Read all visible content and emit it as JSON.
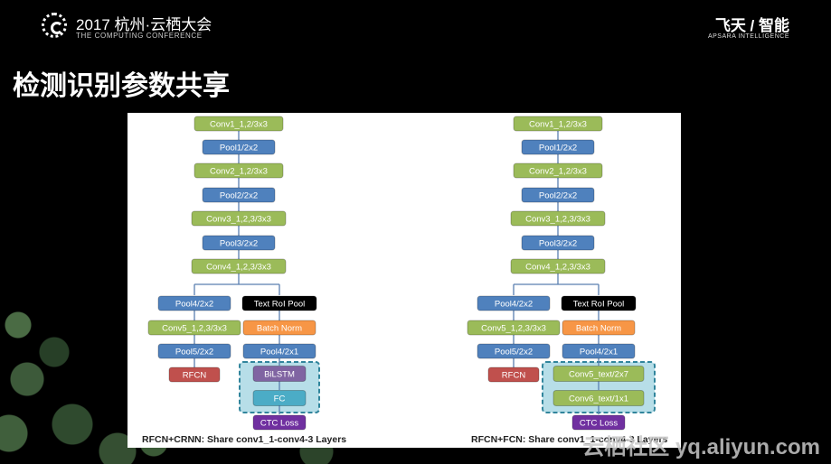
{
  "header": {
    "conference_title": "2017 杭州·云栖大会",
    "conference_subtitle": "THE COMPUTING CONFERENCE",
    "brand": "飞天 / 智能",
    "brand_sub": "APSARA INTELLIGENCE"
  },
  "slide": {
    "title": "检测识别参数共享"
  },
  "diagrams": [
    {
      "caption": "RFCN+CRNN: Share conv1_1-conv4-3 Layers",
      "trunk": [
        "Conv1_1,2/3x3",
        "Pool1/2x2",
        "Conv2_1,2/3x3",
        "Pool2/2x2",
        "Conv3_1,2,3/3x3",
        "Pool3/2x2",
        "Conv4_1,2,3/3x3"
      ],
      "left_branch": [
        "Pool4/2x2",
        "Conv5_1,2,3/3x3",
        "Pool5/2x2",
        "RFCN"
      ],
      "right_branch": [
        "Text RoI Pool",
        "Batch Norm",
        "Pool4/2x1"
      ],
      "dashed_group": [
        "BiLSTM",
        "FC"
      ],
      "final": "CTC Loss"
    },
    {
      "caption": "RFCN+FCN: Share conv1_1-conv4-3 Layers",
      "trunk": [
        "Conv1_1,2/3x3",
        "Pool1/2x2",
        "Conv2_1,2/3x3",
        "Pool2/2x2",
        "Conv3_1,2,3/3x3",
        "Pool3/2x2",
        "Conv4_1,2,3/3x3"
      ],
      "left_branch": [
        "Pool4/2x2",
        "Conv5_1,2,3/3x3",
        "Pool5/2x2",
        "RFCN"
      ],
      "right_branch": [
        "Text RoI Pool",
        "Batch Norm",
        "Pool4/2x1"
      ],
      "dashed_group": [
        "Conv5_text/2x7",
        "Conv6_text/1x1"
      ],
      "final": "CTC Loss"
    }
  ],
  "colors": {
    "conv": "#9bbb59",
    "pool": "#4f81bd",
    "rfcn": "#c0504d",
    "roi": "#000000",
    "bn": "#f79646",
    "bilstm": "#8064a2",
    "fc": "#4bacc6",
    "ctc": "#7030a0",
    "dashed_fill": "#b7dee8",
    "dashed_border": "#31859c"
  },
  "watermark": "云栖社区 yq.aliyun.com"
}
